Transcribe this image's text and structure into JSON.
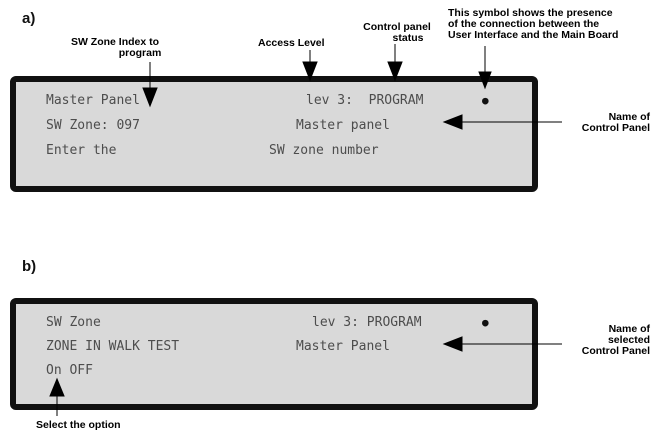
{
  "panel_a": {
    "label": "a)",
    "lcd": {
      "row1_left": "Master Panel",
      "row1_right": "lev 3:  PROGRAM",
      "row2_left": "SW Zone: 097",
      "row2_right": "Master panel",
      "row3_left": "Enter the",
      "row3_right": "SW zone number",
      "connection_symbol": "●"
    },
    "annotations": {
      "sw_zone_index_line1": "SW Zone Index to",
      "sw_zone_index_line2": "program",
      "access_level": "Access Level",
      "control_panel_status_line1": "Control panel",
      "control_panel_status_line2": "status",
      "symbol_line1": "This symbol shows the presence",
      "symbol_line2": "of the connection between the",
      "symbol_line3": "User Interface and the Main Board",
      "name_line1": "Name of",
      "name_line2": "Control Panel"
    }
  },
  "panel_b": {
    "label": "b)",
    "lcd": {
      "row1_left": "SW Zone",
      "row1_right": "lev 3: PROGRAM",
      "row2_left": "ZONE IN WALK TEST",
      "row2_right": "Master Panel",
      "row3_left": "On OFF",
      "connection_symbol": "●"
    },
    "annotations": {
      "name_line1": "Name of",
      "name_line2": "selected",
      "name_line3": "Control Panel",
      "select_option": "Select the option"
    }
  }
}
